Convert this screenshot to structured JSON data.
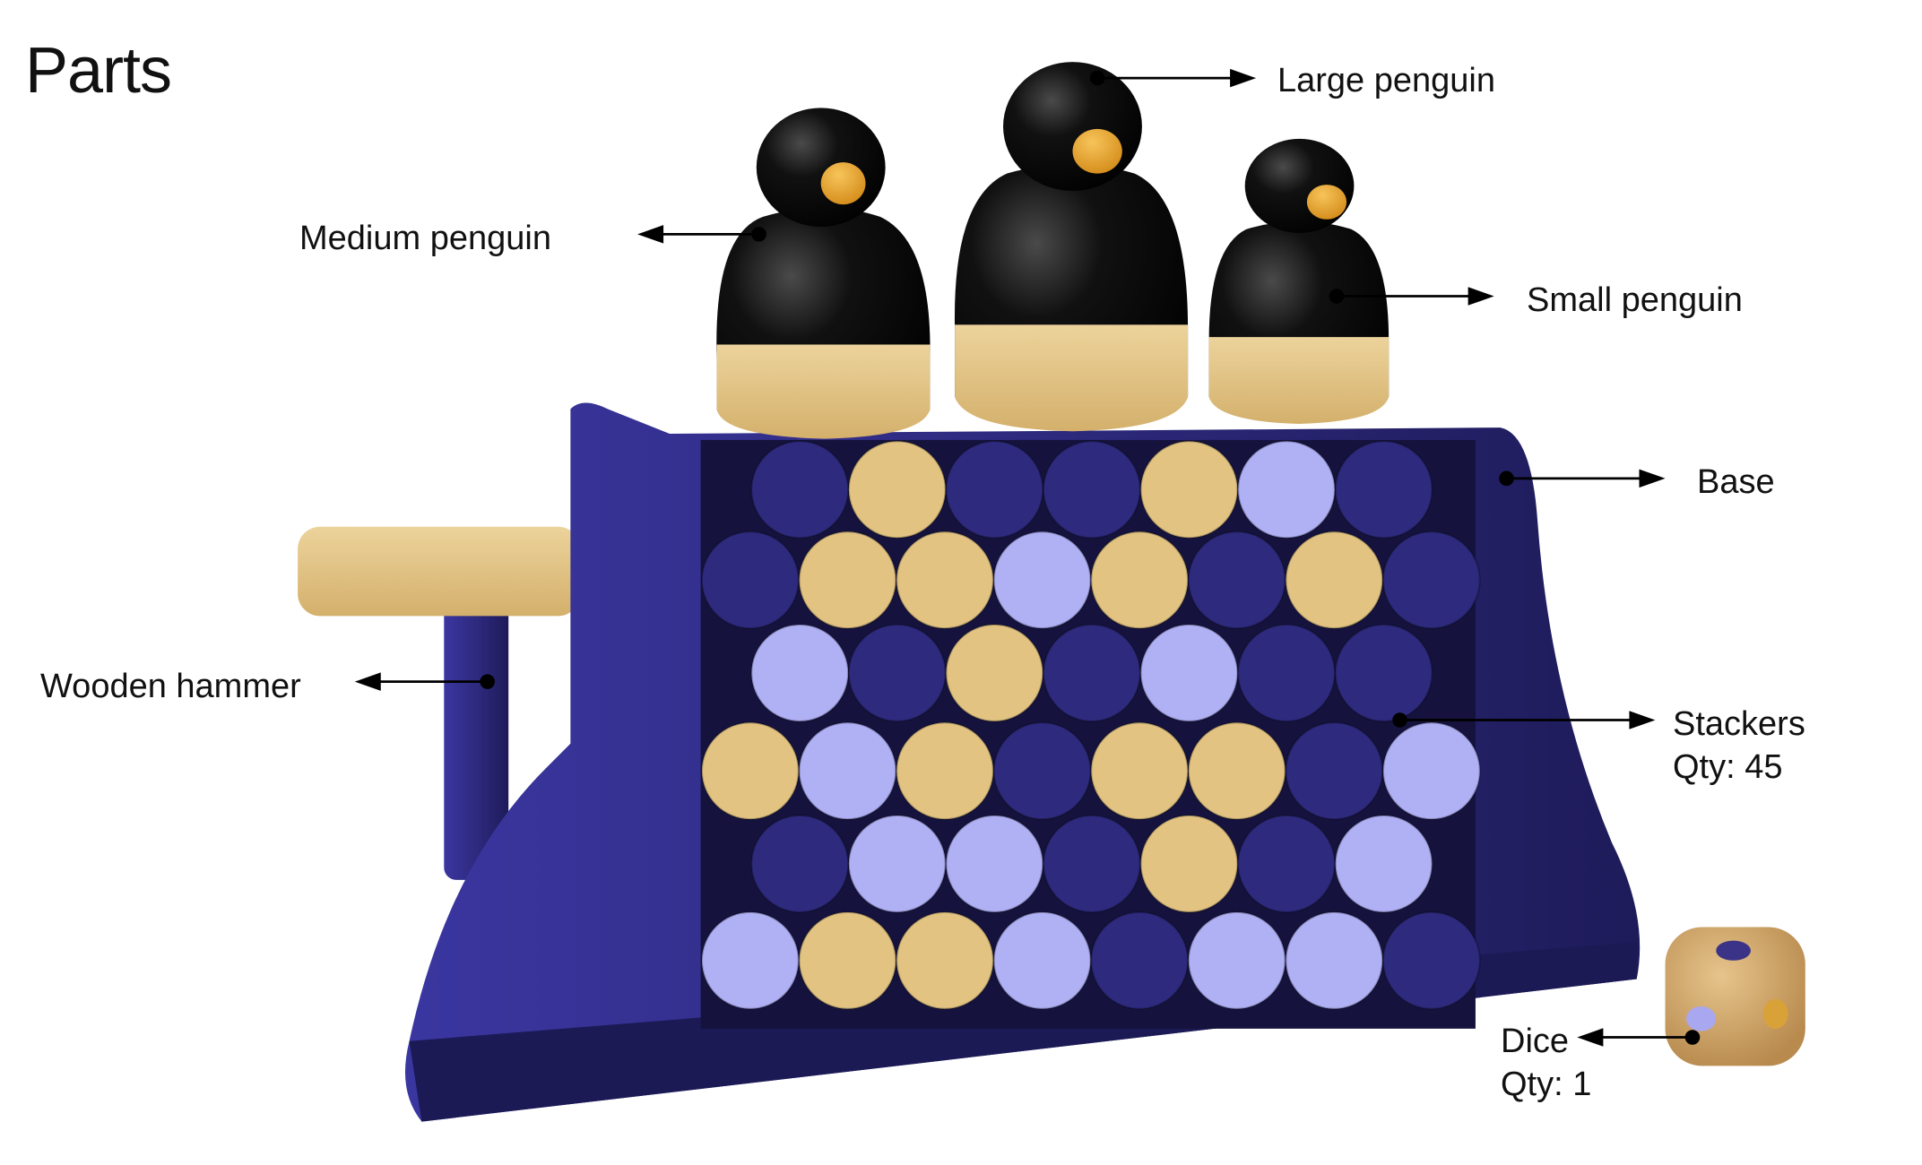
{
  "title": "Parts",
  "colors": {
    "navy": "#2e2a7e",
    "navy_dark": "#1c1a55",
    "lilac": "#b0b0f5",
    "wood": "#e2c382",
    "black": "#0b0b0b",
    "beak": "#e6a63a"
  },
  "parts": [
    {
      "id": "large-penguin",
      "label": "Large penguin"
    },
    {
      "id": "medium-penguin",
      "label": "Medium penguin"
    },
    {
      "id": "small-penguin",
      "label": "Small penguin"
    },
    {
      "id": "base",
      "label": "Base"
    },
    {
      "id": "wooden-hammer",
      "label": "Wooden hammer"
    },
    {
      "id": "stackers",
      "label": "Stackers",
      "qty": "Qty: 45"
    },
    {
      "id": "dice",
      "label": "Dice",
      "qty": "Qty: 1"
    }
  ],
  "stackers": {
    "count": 45,
    "rows": [
      [
        "navy",
        "wood",
        "navy",
        "navy",
        "wood",
        "lilac",
        "navy"
      ],
      [
        "navy",
        "wood",
        "wood",
        "lilac",
        "wood",
        "navy",
        "wood",
        "navy"
      ],
      [
        "lilac",
        "navy",
        "wood",
        "navy",
        "lilac",
        "navy",
        "navy"
      ],
      [
        "wood",
        "lilac",
        "wood",
        "navy",
        "wood",
        "wood",
        "navy",
        "lilac"
      ],
      [
        "navy",
        "lilac",
        "lilac",
        "navy",
        "wood",
        "navy",
        "lilac"
      ],
      [
        "lilac",
        "wood",
        "wood",
        "lilac",
        "navy",
        "lilac",
        "lilac",
        "navy"
      ]
    ]
  }
}
